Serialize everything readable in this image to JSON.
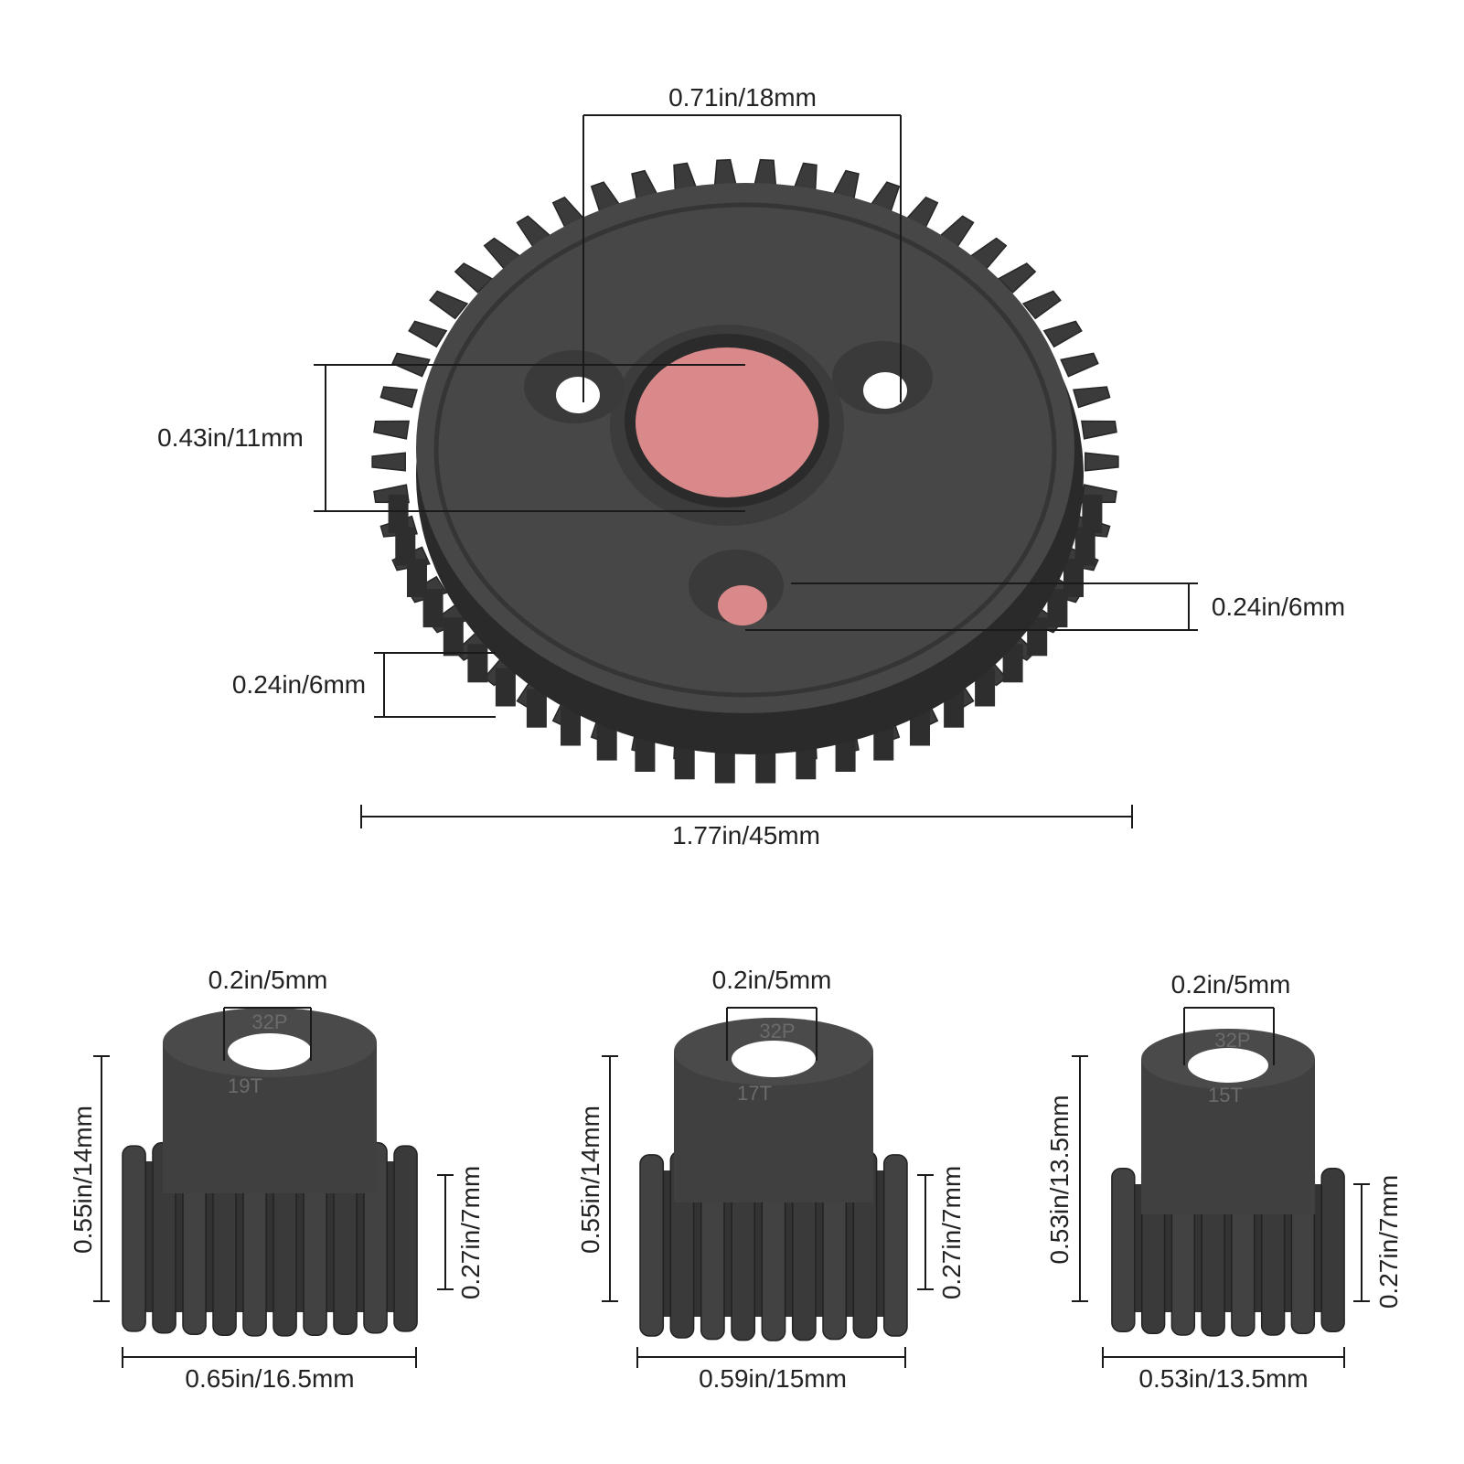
{
  "colors": {
    "background": "#ffffff",
    "gear_dark": "#3a3a3a",
    "gear_face": "#464646",
    "gear_shadow": "#222222",
    "bore_highlight": "#d9898a",
    "dimension_line": "#1a1a1a",
    "dimension_text": "#222222",
    "embossed_text": "#6b6b6b"
  },
  "spur_gear": {
    "bolt_spacing": "0.71in/18mm",
    "hub_diameter": "0.43in/11mm",
    "small_hole": "0.24in/6mm",
    "tooth_height": "0.24in/6mm",
    "outer_diameter": "1.77in/45mm",
    "tooth_count": 54
  },
  "pinions": [
    {
      "bore": "0.2in/5mm",
      "height": "0.55in/14mm",
      "teeth_height": "0.27in/7mm",
      "diameter": "0.65in/16.5mm",
      "emboss_top": "32P",
      "emboss_side": "19T",
      "tooth_count": 19
    },
    {
      "bore": "0.2in/5mm",
      "height": "0.55in/14mm",
      "teeth_height": "0.27in/7mm",
      "diameter": "0.59in/15mm",
      "emboss_top": "32P",
      "emboss_side": "17T",
      "tooth_count": 17
    },
    {
      "bore": "0.2in/5mm",
      "height": "0.53in/13.5mm",
      "teeth_height": "0.27in/7mm",
      "diameter": "0.53in/13.5mm",
      "emboss_top": "32P",
      "emboss_side": "15T",
      "tooth_count": 15
    }
  ]
}
